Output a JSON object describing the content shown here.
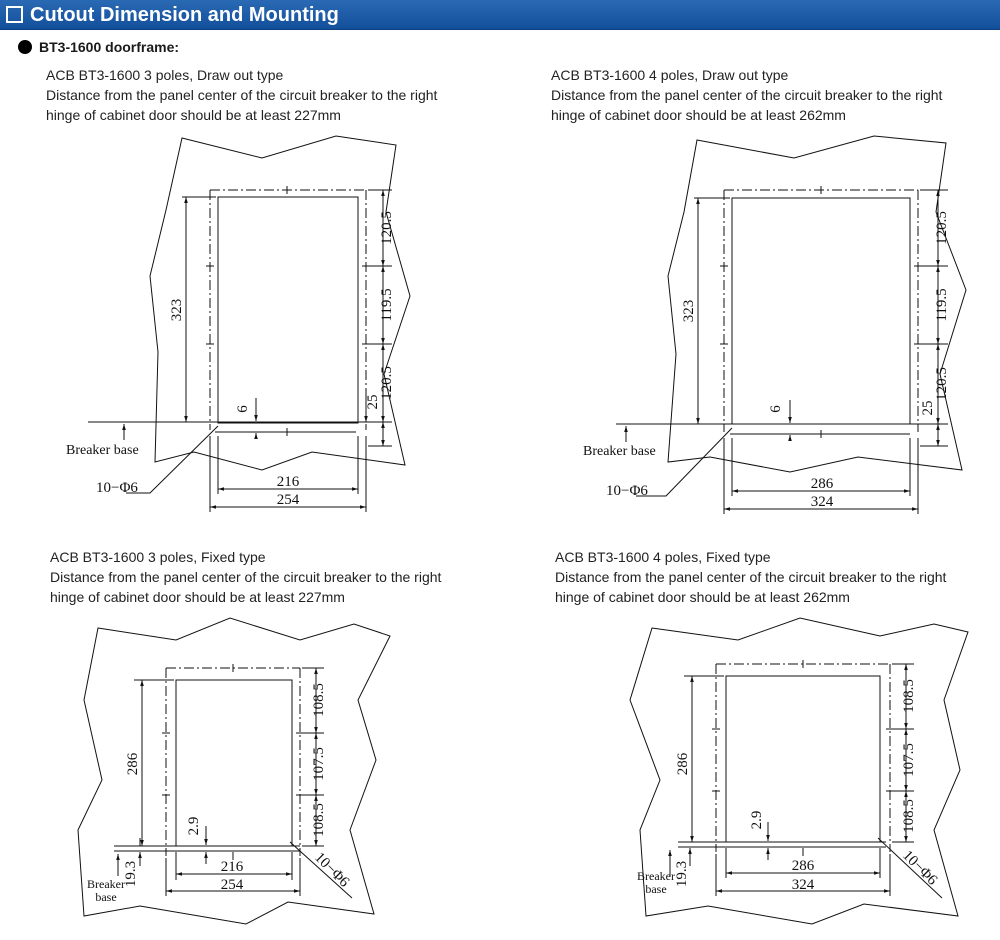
{
  "header": {
    "title": "Cutout Dimension and Mounting"
  },
  "subsection": {
    "label": "BT3-1600 doorframe:"
  },
  "diagrams": [
    {
      "heading": "ACB BT3-1600 3 poles, Draw out type",
      "line1": "Distance from the panel center of the circuit breaker to the right",
      "line2": "hinge of cabinet door should be at least 227mm",
      "dims": {
        "height": "323",
        "top": "120.5",
        "middle": "119.5",
        "bottom": "120.5",
        "offset": "25",
        "gap": "6",
        "inner_width": "216",
        "outer_width": "254",
        "holes": "10−Φ6",
        "base": "Breaker base"
      }
    },
    {
      "heading": "ACB BT3-1600 4 poles, Draw out type",
      "line1": "Distance from the panel center of the circuit breaker to the right",
      "line2": "hinge of cabinet door should be at least 262mm",
      "dims": {
        "height": "323",
        "top": "120.5",
        "middle": "119.5",
        "bottom": "120.5",
        "offset": "25",
        "gap": "6",
        "inner_width": "286",
        "outer_width": "324",
        "holes": "10−Φ6",
        "base": "Breaker base"
      }
    },
    {
      "heading": "ACB BT3-1600 3 poles, Fixed type",
      "line1": "Distance from the panel center of the circuit breaker to the right",
      "line2": "hinge of cabinet door should be at least 227mm",
      "dims": {
        "height": "286",
        "top": "108.5",
        "middle": "107.5",
        "bottom": "108.5",
        "gap": "2.9",
        "base_offset": "19.3",
        "inner_width": "216",
        "outer_width": "254",
        "holes": "10−Φ6",
        "base_line1": "Breaker",
        "base_line2": "base"
      }
    },
    {
      "heading": "ACB BT3-1600 4 poles, Fixed type",
      "line1": "Distance from the panel center of the circuit breaker to the right",
      "line2": "hinge of cabinet door should be at least 262mm",
      "dims": {
        "height": "286",
        "top": "108.5",
        "middle": "107.5",
        "bottom": "108.5",
        "gap": "2.9",
        "base_offset": "19.3",
        "inner_width": "286",
        "outer_width": "324",
        "holes": "10−Φ6",
        "base_line1": "Breaker",
        "base_line2": "base"
      }
    }
  ]
}
